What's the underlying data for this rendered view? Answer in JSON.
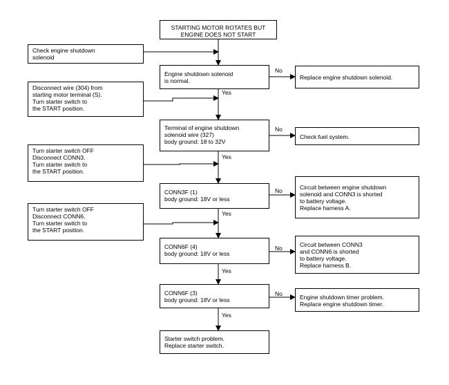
{
  "flowchart": {
    "title": "STARTING MOTOR ROTATES BUT\nENGINE DOES NOT START",
    "steps": [
      {
        "action": "Check engine shutdown\nsolenoid",
        "check": "Engine shutdown solenoid\nis normal.",
        "no_result": "Replace engine shutdown solenoid."
      },
      {
        "action": "Disconnect wire (304) from\nstarting motor terminal (S).\nTurn starter switch to\nthe START position.",
        "check": "Terminal of engine shutdown\nsolenoid wire (327)\nbody ground: 18 to 32V",
        "no_result": "Check fuel system."
      },
      {
        "action": "Turn starter switch OFF\nDisconnect CONN3.\nTurn starter switch to\nthe START position.",
        "check": "CONN3F (1)\nbody ground: 18V or less",
        "no_result": "Circuit between engine shutdown\nsolenoid and CONN3 is shorted\nto battery voltage.\nReplace harness A."
      },
      {
        "action": "Turn starter switch OFF\nDisconnect CONN6.\nTurn starter switch to\nthe START position.",
        "check": "CONN6F (4)\nbody ground: 18V or less",
        "no_result": "Circuit between CONN3\nand CONN6 is shorted\nto battery voltage.\nReplace harness B."
      },
      {
        "check": "CONN6F (3)\nbody ground: 18V or less",
        "no_result": "Engine shutdown timer problem.\nReplace engine shutdown timer."
      }
    ],
    "final": "Starter switch problem.\nReplace starter switch.",
    "yes_label": "Yes",
    "no_label": "No"
  }
}
